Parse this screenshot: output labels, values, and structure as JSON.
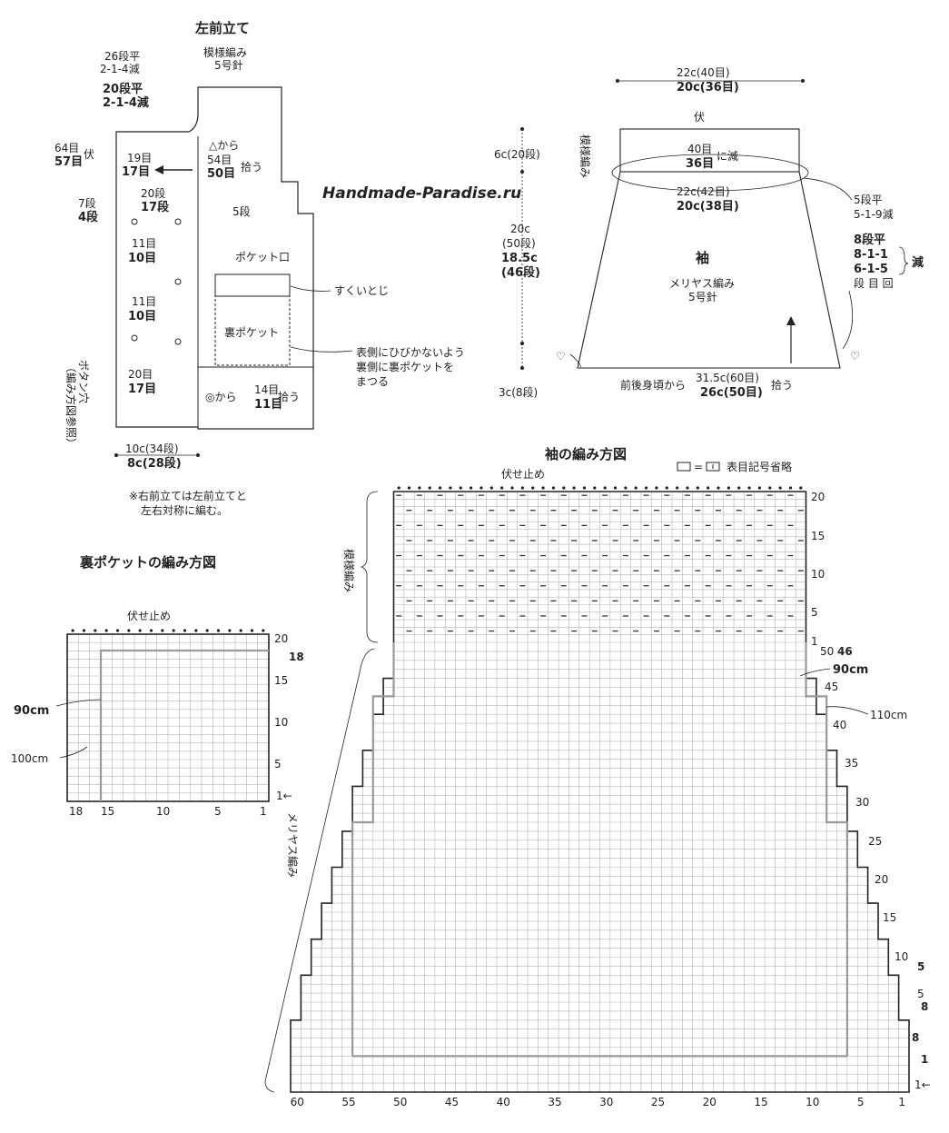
{
  "watermark": "Handmade-Paradise.ru",
  "left_front": {
    "title": "左前立て",
    "pattern_label": [
      "模様編み",
      "5号針"
    ],
    "top_notes": [
      "26段平",
      "2-1-4減"
    ],
    "top_notes_bold": [
      "20段平",
      "2-1-4減"
    ],
    "left_bind": [
      "64目",
      "57目",
      "伏"
    ],
    "seg1": [
      "19目",
      "17目"
    ],
    "seg2": [
      "20段",
      "17段"
    ],
    "seg3": [
      "11目",
      "10目"
    ],
    "seg4": [
      "11目",
      "10目"
    ],
    "seg5": [
      "20目",
      "17目"
    ],
    "left_rows": [
      "7段",
      "4段"
    ],
    "right_rows": "5段",
    "pick1": [
      "△から",
      "54目",
      "50目",
      "拾う"
    ],
    "pick2": [
      "◎から",
      "14目",
      "11目",
      "拾う"
    ],
    "pocket_opening": "ポケット口",
    "sukui": "すくいとじ",
    "inner_pocket": "裏ポケット",
    "pocket_note": [
      "表側にひびかないよう",
      "裏側に裏ポケットを",
      "まつる"
    ],
    "button_hole": [
      "ボタン穴",
      "（編み方図参照）"
    ],
    "width": [
      "10c(34段)",
      "8c(28段)"
    ],
    "note": [
      "※右前立ては左前立てと",
      "左右対称に編む。"
    ]
  },
  "pocket_chart": {
    "title": "裏ポケットの編み方図",
    "bind_off": "伏せ止め",
    "row_labels": [
      "20",
      "15",
      "10",
      "5",
      "1"
    ],
    "bold_row": "18",
    "col_labels": [
      "18",
      "15",
      "10",
      "5",
      "1"
    ],
    "size_90": "90cm",
    "size_100": "100cm",
    "start_marker": "1←"
  },
  "sleeve": {
    "title": "袖",
    "knit": [
      "メリヤス編み",
      "5号針"
    ],
    "top": [
      "22c(40目)",
      "20c(36目)"
    ],
    "bind": "伏",
    "pattern_label": "模様編み",
    "dec": [
      "40目",
      "36目",
      "に減"
    ],
    "mid": [
      "22c(42目)",
      "20c(38目)"
    ],
    "right_note": [
      "5段平",
      "5-1-9減"
    ],
    "right_bold": [
      "8段平",
      "8-1-1",
      "6-1-5"
    ],
    "gen": "減",
    "units": "段 目 回",
    "bottom": [
      "前後身頃から",
      "31.5c(60目)",
      "26c(50目)",
      "拾う"
    ],
    "vertical": [
      "6c(20段)",
      "20c",
      "(50段)",
      "18.5c",
      "(46段)",
      "3c(8段)"
    ]
  },
  "sleeve_chart": {
    "title": "袖の編み方図",
    "bind_off": "伏せ止め",
    "legend": "表目記号省略",
    "legend_eq": "=",
    "pattern_label": "模様編み",
    "knit_label": "メリヤス編み",
    "top_rows": [
      "20",
      "15",
      "10",
      "5",
      "1"
    ],
    "body_rows": [
      "50",
      "45",
      "40",
      "35",
      "30",
      "25",
      "20",
      "15",
      "10",
      "5",
      "1"
    ],
    "bold_rows": [
      "46",
      "5",
      "8",
      "8",
      "1"
    ],
    "cols": [
      "60",
      "55",
      "50",
      "45",
      "40",
      "35",
      "30",
      "25",
      "20",
      "15",
      "10",
      "5",
      "1"
    ],
    "size_90": "90cm",
    "size_110": "110cm",
    "start_marker": "1←"
  }
}
